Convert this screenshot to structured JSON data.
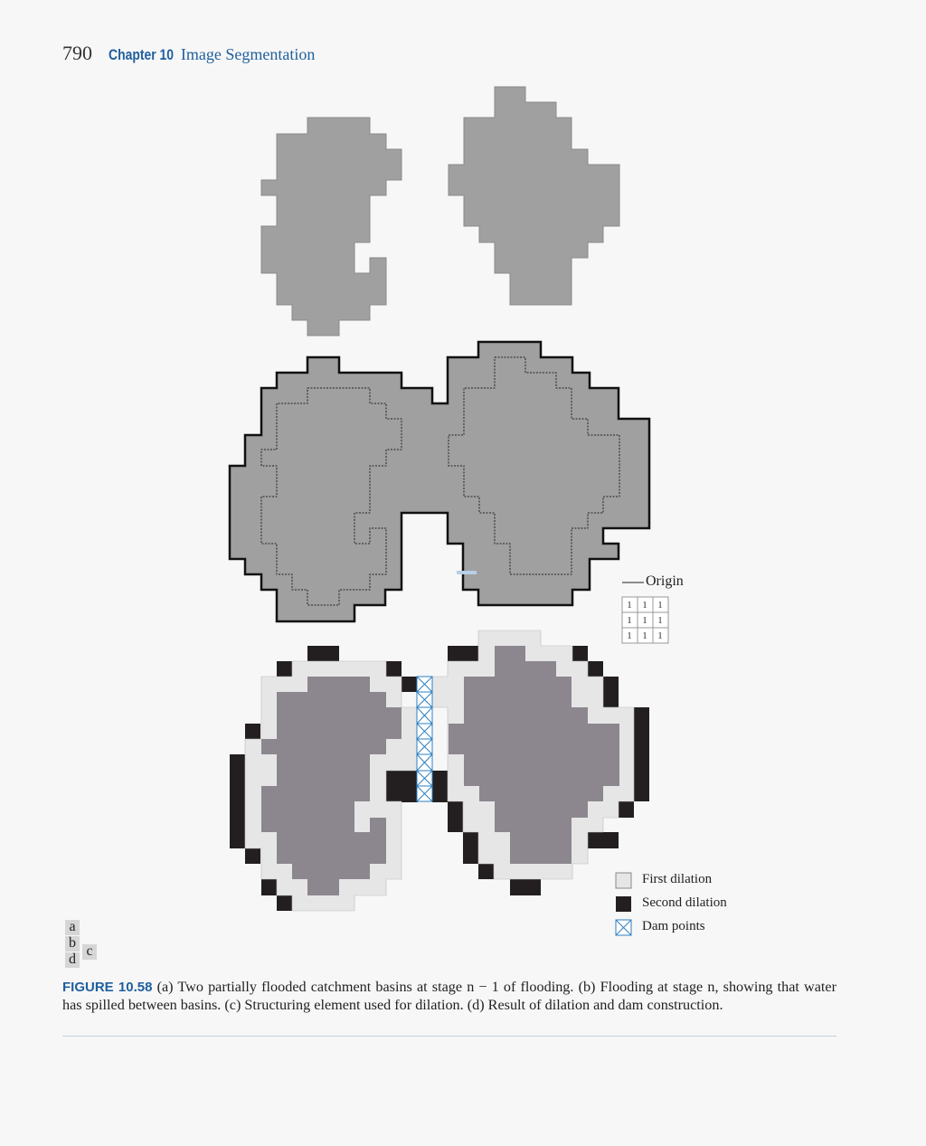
{
  "header": {
    "page_number": "790",
    "chapter": "Chapter 10",
    "chapter_title": "Image Segmentation"
  },
  "panel_labels": [
    "a",
    "b",
    "c",
    "d"
  ],
  "structuring_element": {
    "label": "Origin",
    "cells": [
      "1",
      "1",
      "1",
      "1",
      "1",
      "1",
      "1",
      "1",
      "1"
    ]
  },
  "legend": {
    "first": "First dilation",
    "second": "Second dilation",
    "dam": "Dam points"
  },
  "caption": {
    "label": "FIGURE 10.58",
    "text": " (a) Two partially flooded catchment basins at stage n − 1 of flooding. (b) Flooding at stage n, showing that water has spilled between basins. (c) Structuring element used for dilation. (d) Result of dilation and dam construction."
  },
  "colors": {
    "basin_gray": "#a0a0a0",
    "basin_mauve": "#8c878f",
    "first_dilation": "#e6e6e6",
    "second_dilation": "#231f20",
    "dam": "#2e7fc0",
    "accent_blue": "#1f5f9e"
  }
}
